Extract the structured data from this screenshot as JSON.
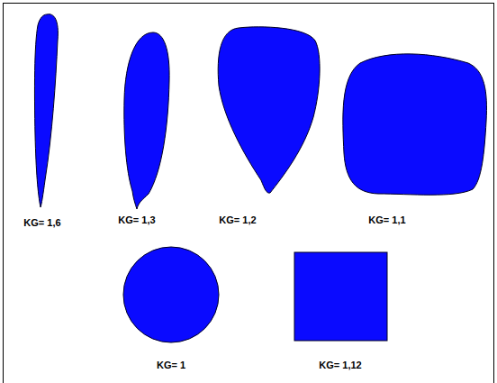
{
  "diagram": {
    "labels": [
      "KG= 1,6",
      "KG= 1,3",
      "KG= 1,2",
      "KG= 1,1",
      "KG= 1",
      "KG= 1,12"
    ]
  }
}
